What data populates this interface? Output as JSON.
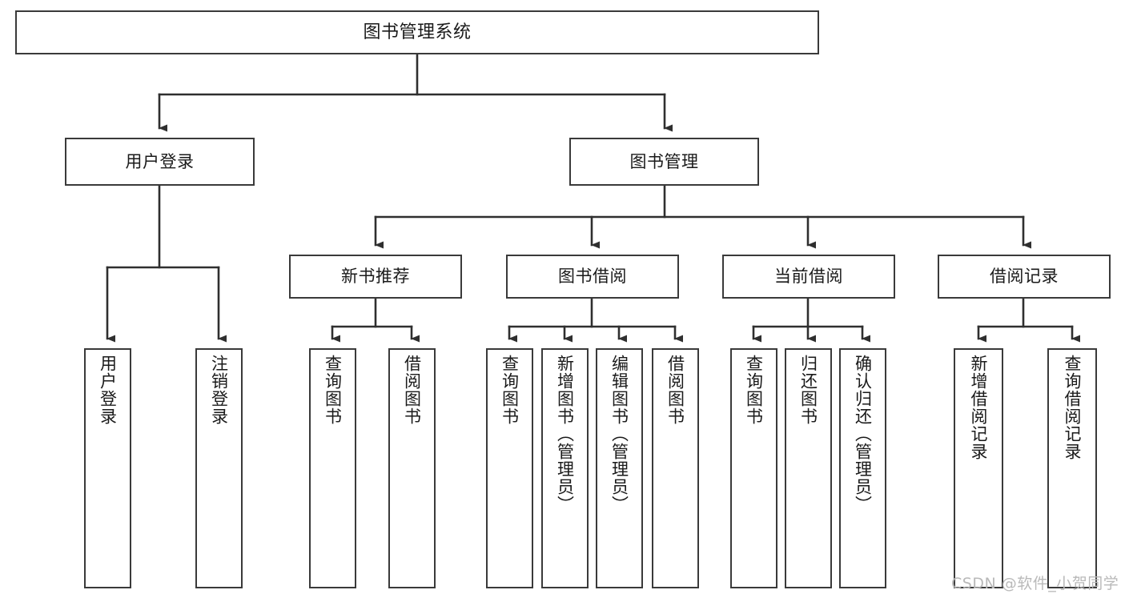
{
  "diagram": {
    "title": "图书管理系统",
    "type": "tree-hierarchy",
    "orientation": "top-down",
    "colors": {
      "background": "#ffffff",
      "box_border": "#3a3a3a",
      "box_fill": "#ffffff",
      "text": "#1a1a1a",
      "connector": "#2f2f2f",
      "watermark": "#b9b9b9"
    },
    "watermark": "CSDN @软件_小贺同学",
    "levels": {
      "level0": [
        "图书管理系统"
      ],
      "level1": [
        "用户登录",
        "图书管理"
      ],
      "level2": [
        "新书推荐",
        "图书借阅",
        "当前借阅",
        "借阅记录"
      ],
      "level3": [
        "用户登录",
        "注销登录",
        "查询图书",
        "借阅图书",
        "查询图书",
        "新增图书（管理员）",
        "编辑图书（管理员）",
        "借阅图书",
        "查询图书",
        "归还图书",
        "确认归还（管理员）",
        "新增借阅记录",
        "查询借阅记录"
      ]
    },
    "nodes": {
      "root": {
        "label": "图书管理系统"
      },
      "user_login": {
        "label": "用户登录"
      },
      "book_manage": {
        "label": "图书管理"
      },
      "new_book_rec": {
        "label": "新书推荐"
      },
      "book_borrow": {
        "label": "图书借阅"
      },
      "current_borrow": {
        "label": "当前借阅"
      },
      "borrow_record": {
        "label": "借阅记录"
      },
      "leaf_user_login": {
        "label": "用户登录"
      },
      "leaf_logout": {
        "label": "注销登录"
      },
      "leaf_query_book_a": {
        "label": "查询图书"
      },
      "leaf_borrow_book_a": {
        "label": "借阅图书"
      },
      "leaf_query_book_b": {
        "label": "查询图书"
      },
      "leaf_add_book": {
        "label": "新增图书（管理员）"
      },
      "leaf_edit_book": {
        "label": "编辑图书（管理员）"
      },
      "leaf_borrow_book_b": {
        "label": "借阅图书"
      },
      "leaf_query_book_c": {
        "label": "查询图书"
      },
      "leaf_return_book": {
        "label": "归还图书"
      },
      "leaf_confirm_return": {
        "label": "确认归还（管理员）"
      },
      "leaf_add_record": {
        "label": "新增借阅记录"
      },
      "leaf_query_record": {
        "label": "查询借阅记录"
      }
    },
    "edges": [
      {
        "from": "root",
        "to": "user_login"
      },
      {
        "from": "root",
        "to": "book_manage"
      },
      {
        "from": "user_login",
        "to": "leaf_user_login"
      },
      {
        "from": "user_login",
        "to": "leaf_logout"
      },
      {
        "from": "book_manage",
        "to": "new_book_rec"
      },
      {
        "from": "book_manage",
        "to": "book_borrow"
      },
      {
        "from": "book_manage",
        "to": "current_borrow"
      },
      {
        "from": "book_manage",
        "to": "borrow_record"
      },
      {
        "from": "new_book_rec",
        "to": "leaf_query_book_a"
      },
      {
        "from": "new_book_rec",
        "to": "leaf_borrow_book_a"
      },
      {
        "from": "book_borrow",
        "to": "leaf_query_book_b"
      },
      {
        "from": "book_borrow",
        "to": "leaf_add_book"
      },
      {
        "from": "book_borrow",
        "to": "leaf_edit_book"
      },
      {
        "from": "book_borrow",
        "to": "leaf_borrow_book_b"
      },
      {
        "from": "current_borrow",
        "to": "leaf_query_book_c"
      },
      {
        "from": "current_borrow",
        "to": "leaf_return_book"
      },
      {
        "from": "current_borrow",
        "to": "leaf_confirm_return"
      },
      {
        "from": "borrow_record",
        "to": "leaf_add_record"
      },
      {
        "from": "borrow_record",
        "to": "leaf_query_record"
      }
    ]
  }
}
